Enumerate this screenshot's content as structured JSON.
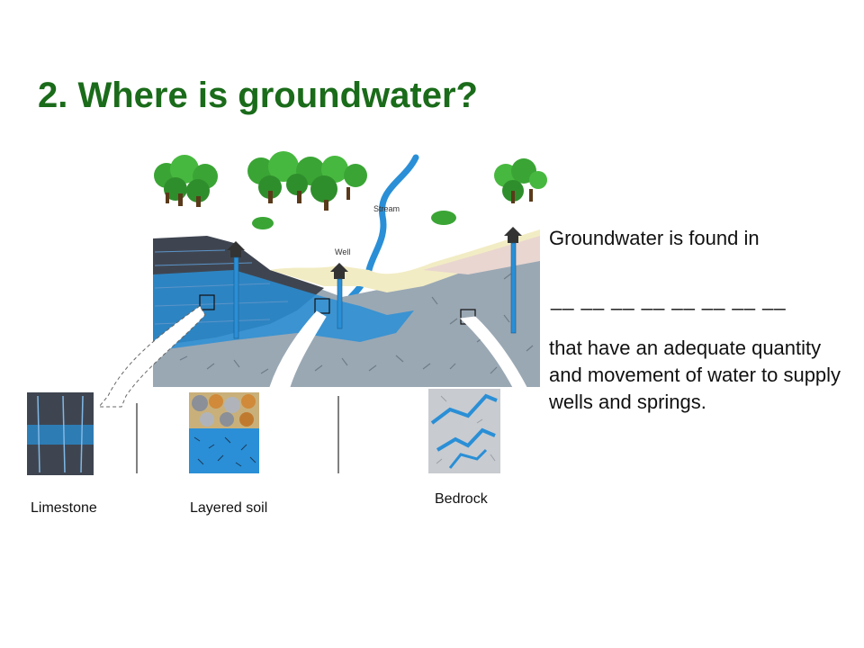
{
  "slide": {
    "title": "2. Where is groundwater?",
    "text_first": "Groundwater is found in",
    "blank": "__ __ __ __ __ __ __ __",
    "text_second": "that have an adequate quantity and movement of water to supply wells and springs."
  },
  "diagram": {
    "stream_label": "Stream",
    "well_label": "Well",
    "captions": {
      "limestone": "Limestone",
      "layered_soil": "Layered soil",
      "bedrock": "Bedrock"
    }
  },
  "colors": {
    "title": "#1a6b1a",
    "water": "#2a8fd6",
    "rock": "#9aa8b4",
    "soil_top": "#f2ecc4"
  }
}
